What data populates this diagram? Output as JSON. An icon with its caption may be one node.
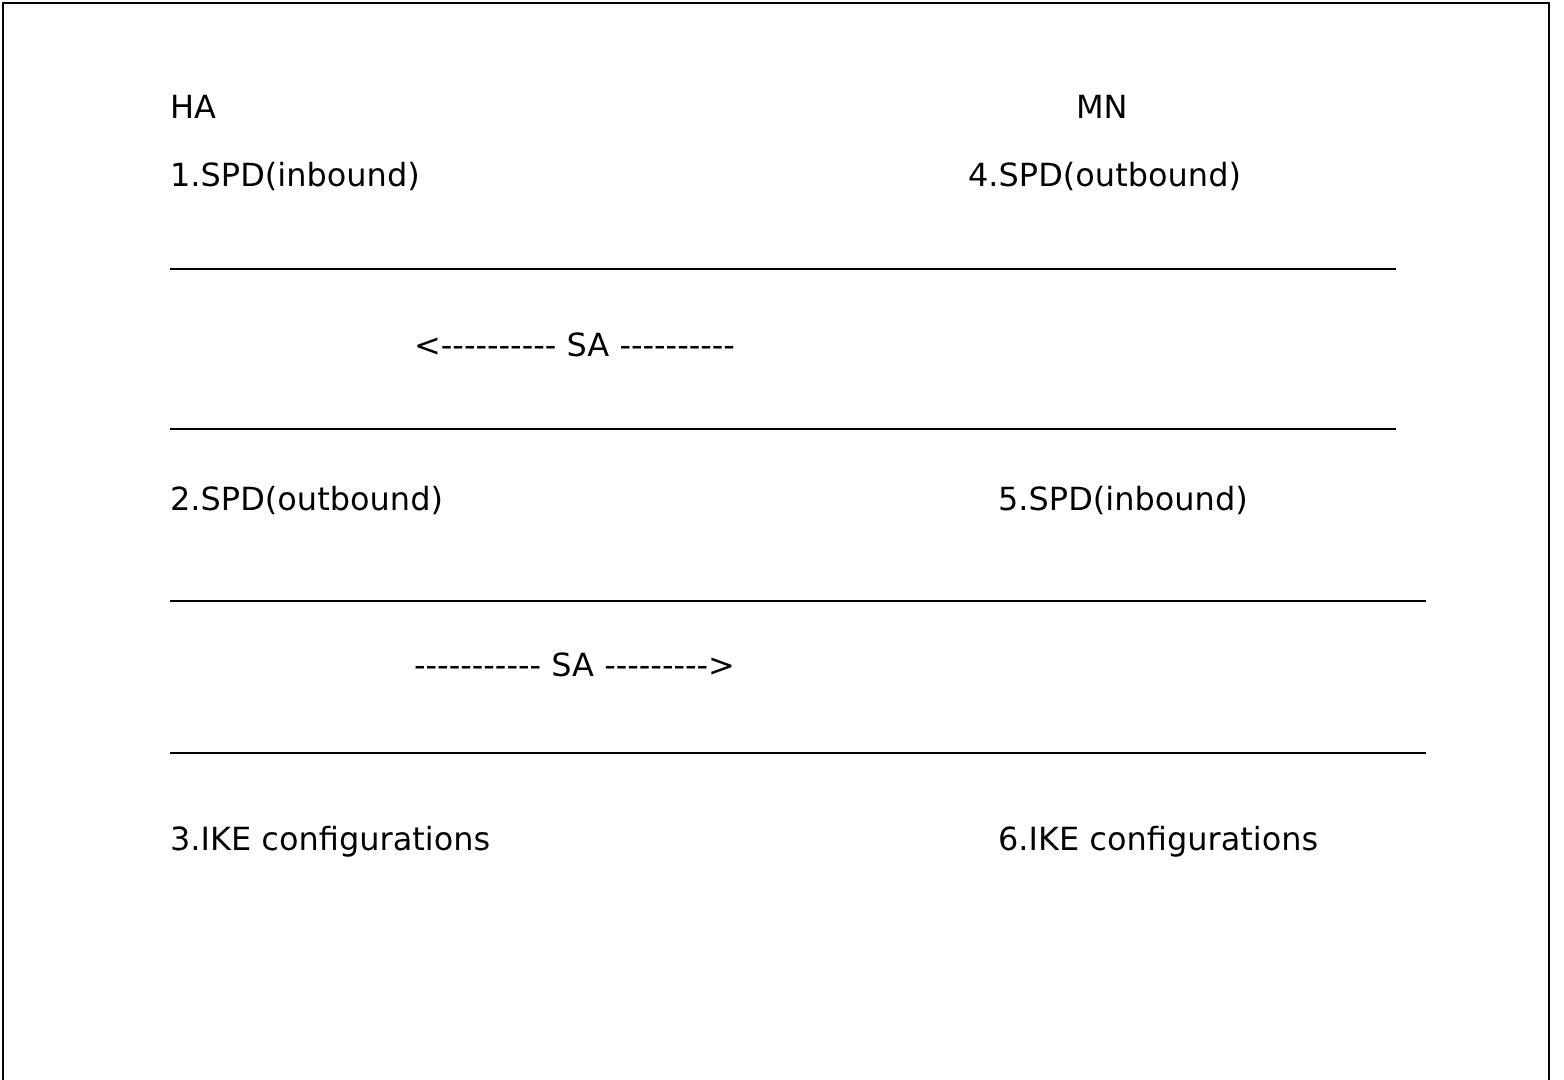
{
  "diagram": {
    "labels": [
      "HA",
      "MN",
      "1.SPD(inbound)",
      "4.SPD(outbound)",
      "<---------- SA ----------",
      "2.SPD(outbound)",
      "5.SPD(inbound)",
      "----------- SA --------->",
      "3.IKE configurations",
      "6.IKE configurations"
    ]
  }
}
